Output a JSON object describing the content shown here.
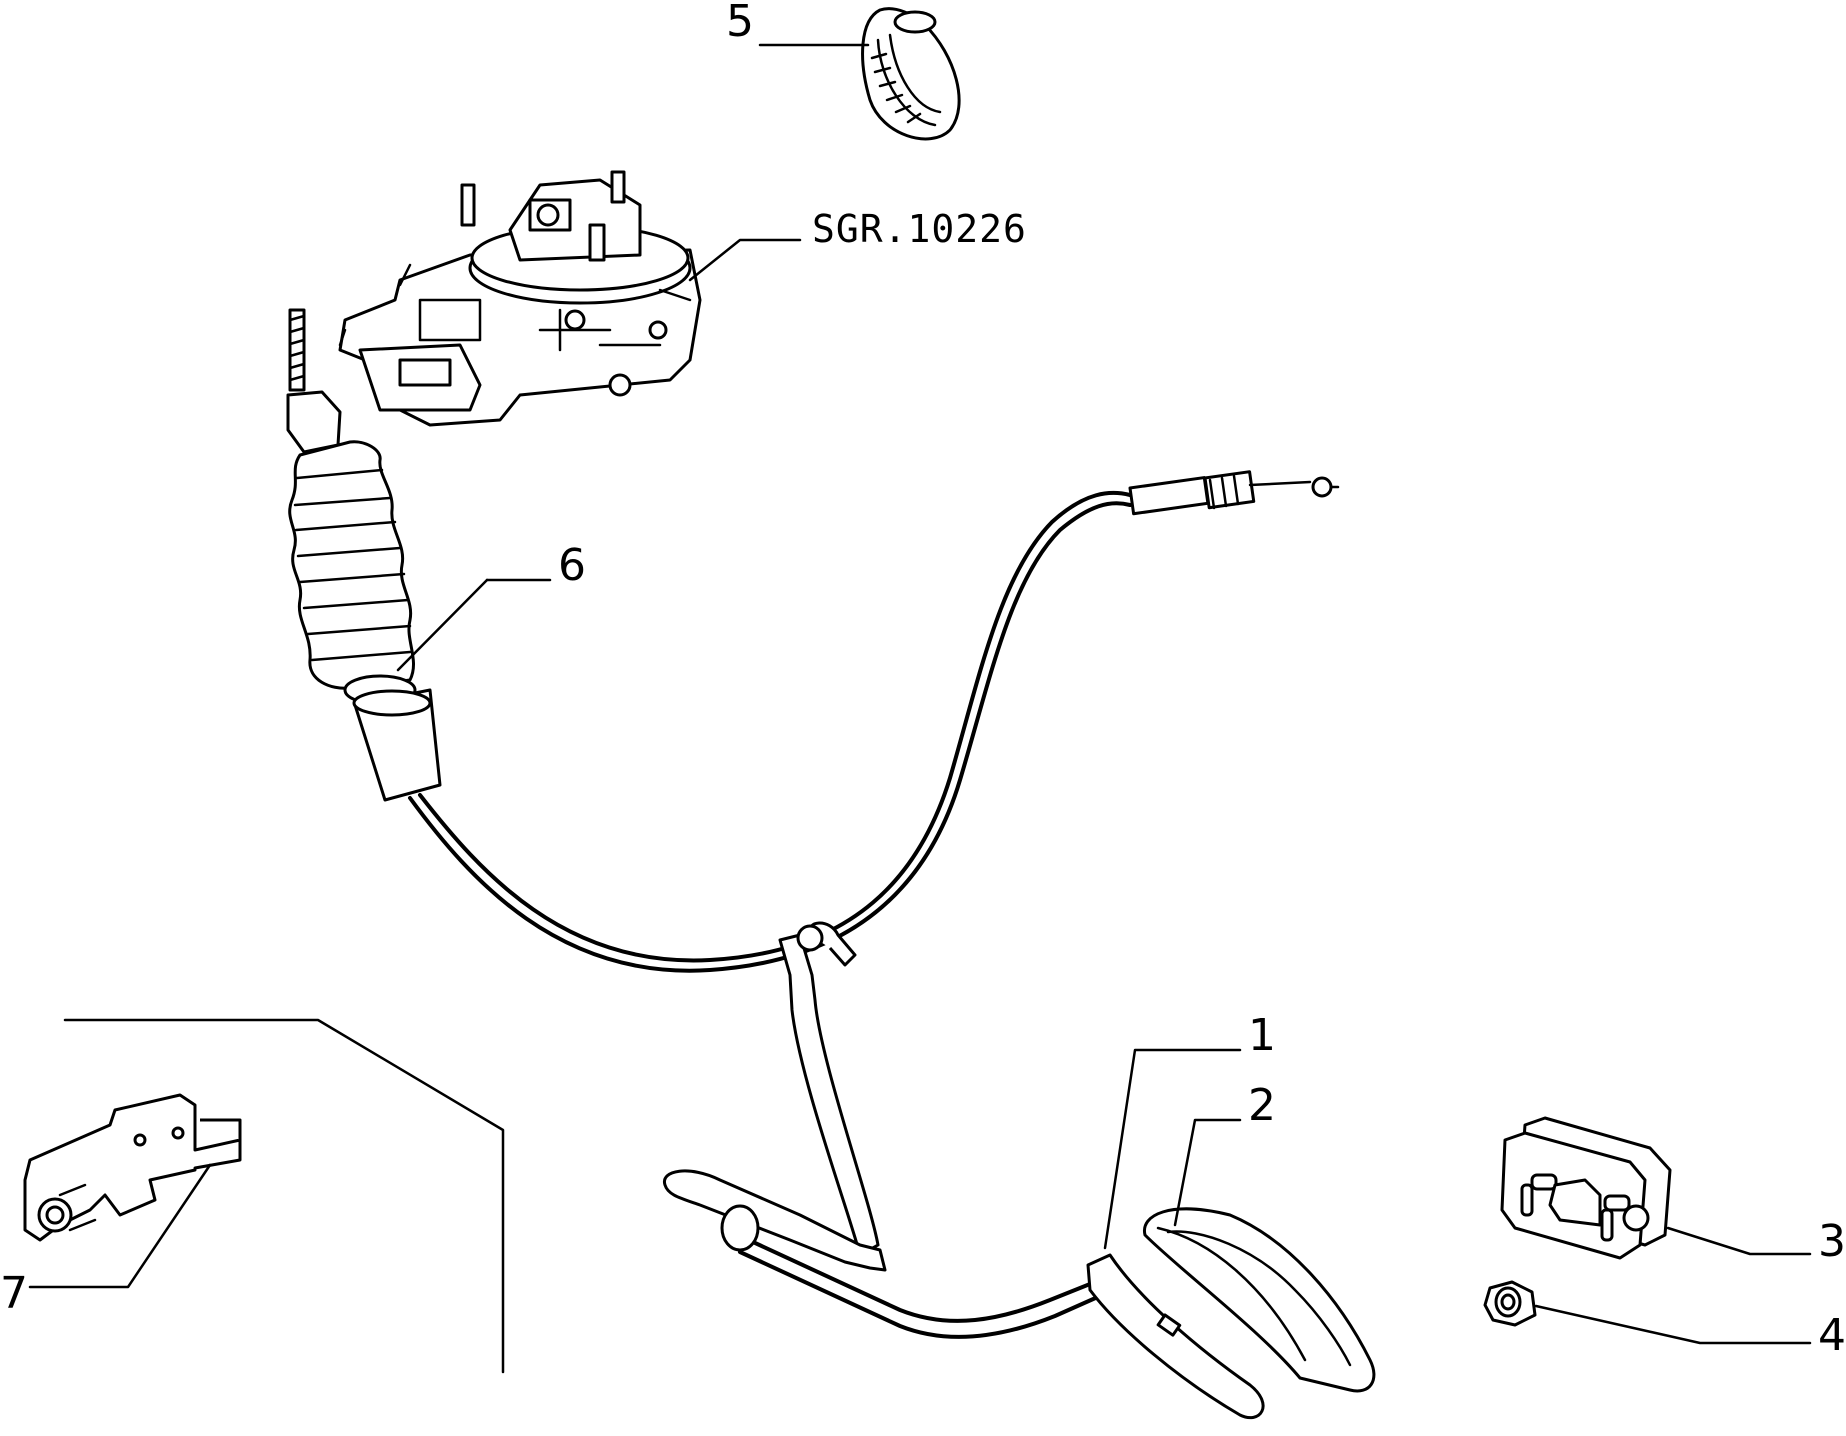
{
  "diagram": {
    "reference_code": "SGR.10226",
    "callouts": [
      {
        "id": "callout-1",
        "label": "1"
      },
      {
        "id": "callout-2",
        "label": "2"
      },
      {
        "id": "callout-3",
        "label": "3"
      },
      {
        "id": "callout-4",
        "label": "4"
      },
      {
        "id": "callout-5",
        "label": "5"
      },
      {
        "id": "callout-6",
        "label": "6"
      },
      {
        "id": "callout-7",
        "label": "7"
      }
    ]
  }
}
